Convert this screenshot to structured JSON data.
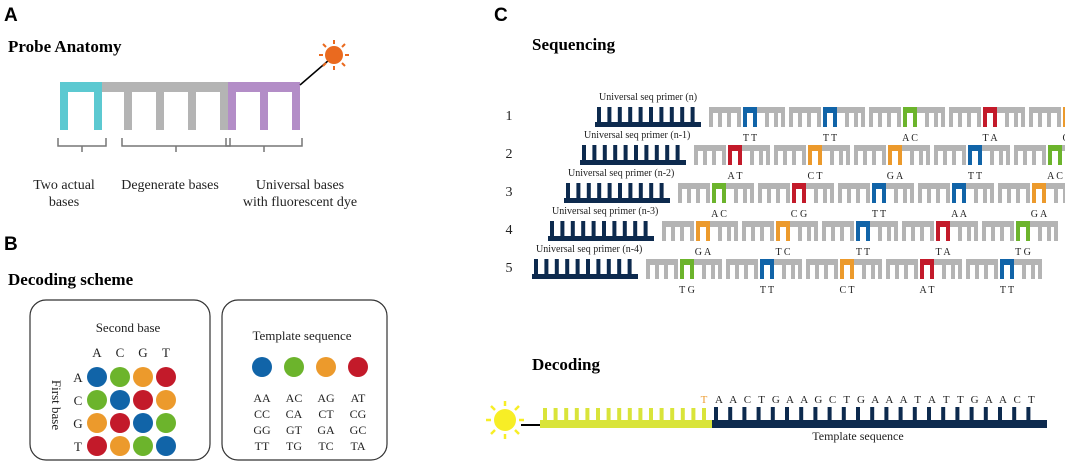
{
  "colors": {
    "navy": "#0d2a4e",
    "gray": "#b4b4b4",
    "blue": "#1164a8",
    "green": "#6cb42c",
    "orange": "#ec9a2c",
    "red": "#c31a2a",
    "cyan": "#5cc9d1",
    "purple": "#b38dc7",
    "yellow": "#d9e43a",
    "dye": "#ea6a1f",
    "sun": "#f7ee26"
  },
  "panelA": {
    "letter": "A",
    "title": "Probe Anatomy",
    "labels": [
      "Two actual",
      "bases",
      "Degenerate bases",
      "Universal bases",
      "with fluorescent dye"
    ]
  },
  "panelB": {
    "letter": "B",
    "title": "Decoding scheme",
    "second_base_label": "Second base",
    "first_base_label": "First base",
    "columns": [
      "A",
      "C",
      "G",
      "T"
    ],
    "rows": [
      "A",
      "C",
      "G",
      "T"
    ],
    "matrix": [
      [
        "blue",
        "green",
        "orange",
        "red"
      ],
      [
        "green",
        "blue",
        "red",
        "orange"
      ],
      [
        "orange",
        "red",
        "blue",
        "green"
      ],
      [
        "red",
        "orange",
        "green",
        "blue"
      ]
    ],
    "template_title": "Template sequence",
    "template_colors": [
      "blue",
      "green",
      "orange",
      "red"
    ],
    "template_pairs": [
      [
        "AA",
        "AC",
        "AG",
        "AT"
      ],
      [
        "CC",
        "CA",
        "CT",
        "CG"
      ],
      [
        "GG",
        "GT",
        "GA",
        "GC"
      ],
      [
        "TT",
        "TG",
        "TC",
        "TA"
      ]
    ]
  },
  "panelC": {
    "letter": "C",
    "title": "Sequencing",
    "rounds": [
      {
        "num": "1",
        "primer": "Universal seq primer (n)",
        "probes": [
          {
            "c": "blue",
            "b": "T T"
          },
          {
            "c": "blue",
            "b": "T T"
          },
          {
            "c": "green",
            "b": "A C"
          },
          {
            "c": "red",
            "b": "T A"
          },
          {
            "c": "orange",
            "b": "C T"
          }
        ]
      },
      {
        "num": "2",
        "primer": "Universal seq primer (n-1)",
        "probes": [
          {
            "c": "red",
            "b": "A T"
          },
          {
            "c": "orange",
            "b": "C T"
          },
          {
            "c": "orange",
            "b": "G A"
          },
          {
            "c": "blue",
            "b": "T T"
          },
          {
            "c": "green",
            "b": "A C"
          }
        ]
      },
      {
        "num": "3",
        "primer": "Universal seq primer (n-2)",
        "probes": [
          {
            "c": "green",
            "b": "A C"
          },
          {
            "c": "red",
            "b": "C G"
          },
          {
            "c": "blue",
            "b": "T T"
          },
          {
            "c": "blue",
            "b": "A A"
          },
          {
            "c": "orange",
            "b": "G A"
          }
        ]
      },
      {
        "num": "4",
        "primer": "Universal seq primer (n-3)",
        "probes": [
          {
            "c": "orange",
            "b": "G A"
          },
          {
            "c": "orange",
            "b": "T C"
          },
          {
            "c": "blue",
            "b": "T T"
          },
          {
            "c": "red",
            "b": "T A"
          },
          {
            "c": "green",
            "b": "T G"
          }
        ]
      },
      {
        "num": "5",
        "primer": "Universal seq primer (n-4)",
        "probes": [
          {
            "c": "green",
            "b": "T G"
          },
          {
            "c": "blue",
            "b": "T T"
          },
          {
            "c": "orange",
            "b": "C T"
          },
          {
            "c": "red",
            "b": "A T"
          },
          {
            "c": "blue",
            "b": "T T"
          }
        ]
      }
    ],
    "decoding_title": "Decoding",
    "decoding_first_base": "T",
    "decoding_sequence": [
      "A",
      "A",
      "C",
      "T",
      "G",
      "A",
      "A",
      "G",
      "C",
      "T",
      "G",
      "A",
      "A",
      "A",
      "T",
      "A",
      "T",
      "T",
      "G",
      "A",
      "A",
      "C",
      "T"
    ],
    "template_label": "Template sequence"
  }
}
